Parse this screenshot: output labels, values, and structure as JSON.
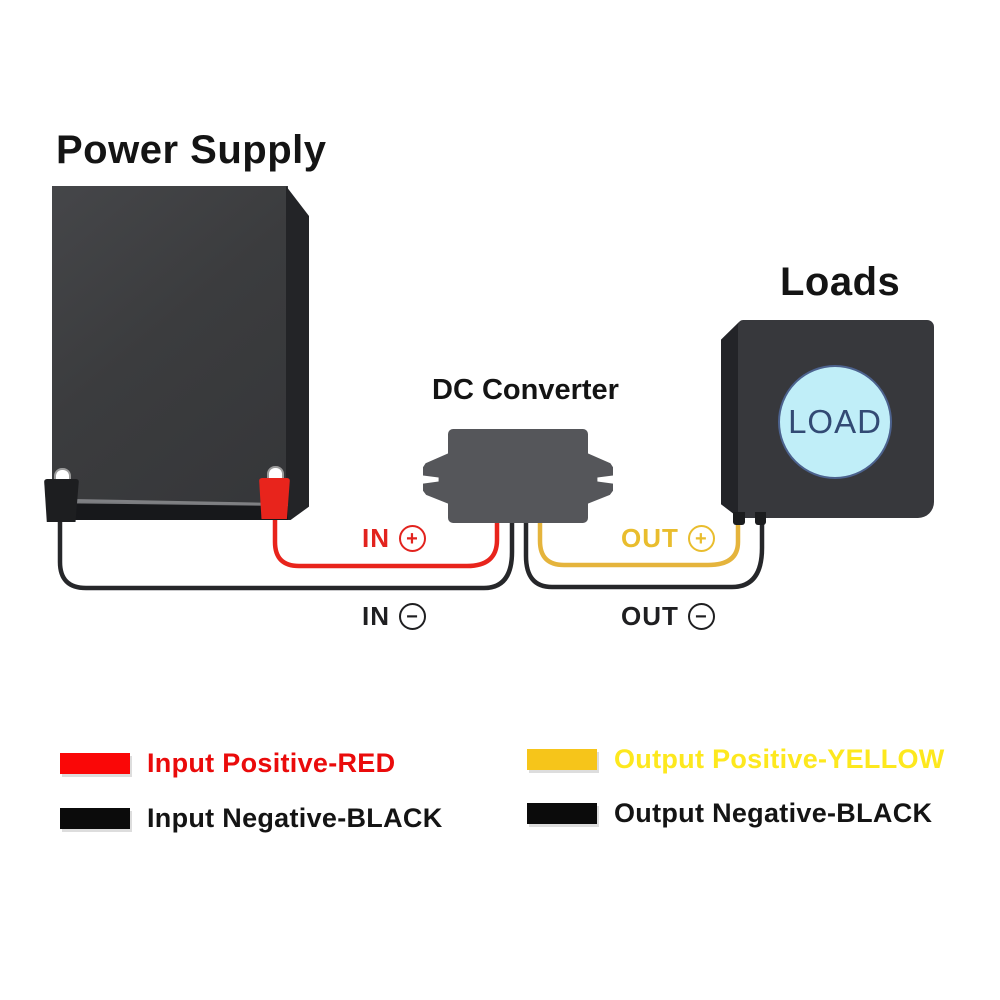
{
  "diagram": {
    "power_supply": {
      "title": "Power Supply"
    },
    "converter": {
      "title": "DC Converter"
    },
    "loads": {
      "title": "Loads",
      "circle_label": "LOAD"
    },
    "wire_labels": {
      "in_pos": {
        "text": "IN",
        "sign": "+"
      },
      "in_neg": {
        "text": "IN",
        "sign": "−"
      },
      "out_pos": {
        "text": "OUT",
        "sign": "+"
      },
      "out_neg": {
        "text": "OUT",
        "sign": "−"
      }
    },
    "colors": {
      "input_positive_wire": "#E8241C",
      "input_negative_wire": "#26272A",
      "output_positive_wire": "#E5B43C",
      "output_negative_wire": "#26272A",
      "load_circle_fill": "#C0EEF8",
      "load_circle_text": "#324A74",
      "box_dark_gray": "#3B3C3E",
      "converter_gray": "#55565A"
    }
  },
  "legend": {
    "items": [
      {
        "id": "input-positive",
        "label": "Input Positive-RED",
        "swatch_color": "#FA0707",
        "text_color": "#EA0B0B"
      },
      {
        "id": "input-negative",
        "label": "Input Negative-BLACK",
        "swatch_color": "#0B0B0B",
        "text_color": "#141414"
      },
      {
        "id": "output-positive",
        "label": "Output Positive-YELLOW",
        "swatch_color": "#F6C51A",
        "text_color": "#FDE81E"
      },
      {
        "id": "output-negative",
        "label": "Output Negative-BLACK",
        "swatch_color": "#0B0B0B",
        "text_color": "#141414"
      }
    ]
  }
}
